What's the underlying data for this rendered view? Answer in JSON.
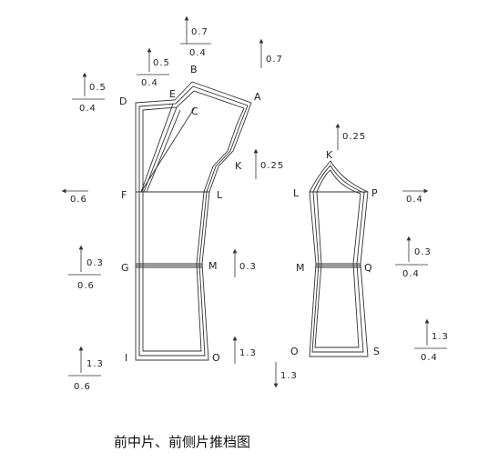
{
  "caption": "前中片、前侧片推档图",
  "front_piece": {
    "points": {
      "A": "A",
      "B": "B",
      "C": "C",
      "D": "D",
      "E": "E",
      "F": "F",
      "G": "G",
      "I": "I",
      "K": "K",
      "L": "L",
      "M": "M",
      "O": "O"
    },
    "grades": [
      {
        "id": "b",
        "up": "0.7",
        "down": "0.4"
      },
      {
        "id": "a",
        "up": "0.7"
      },
      {
        "id": "de",
        "up": "0.5",
        "down": "0.4"
      },
      {
        "id": "d",
        "up": "0.5",
        "down": "0.4"
      },
      {
        "id": "k",
        "up": "0.25"
      },
      {
        "id": "f",
        "down": "0.6"
      },
      {
        "id": "g",
        "up": "0.3",
        "down": "0.6"
      },
      {
        "id": "m",
        "up": "0.3"
      },
      {
        "id": "i",
        "up": "1.3",
        "down": "0.6"
      },
      {
        "id": "o",
        "up": "1.3"
      }
    ]
  },
  "side_piece": {
    "points": {
      "K": "K",
      "L": "L",
      "P": "P",
      "M": "M",
      "Q": "Q",
      "O": "O",
      "S": "S"
    },
    "grades": [
      {
        "id": "k",
        "up": "0.25"
      },
      {
        "id": "p",
        "down": "0.4"
      },
      {
        "id": "q",
        "up": "0.3",
        "down": "0.4"
      },
      {
        "id": "o",
        "down": "1.3"
      },
      {
        "id": "s",
        "up": "1.3",
        "down": "0.4"
      }
    ]
  }
}
